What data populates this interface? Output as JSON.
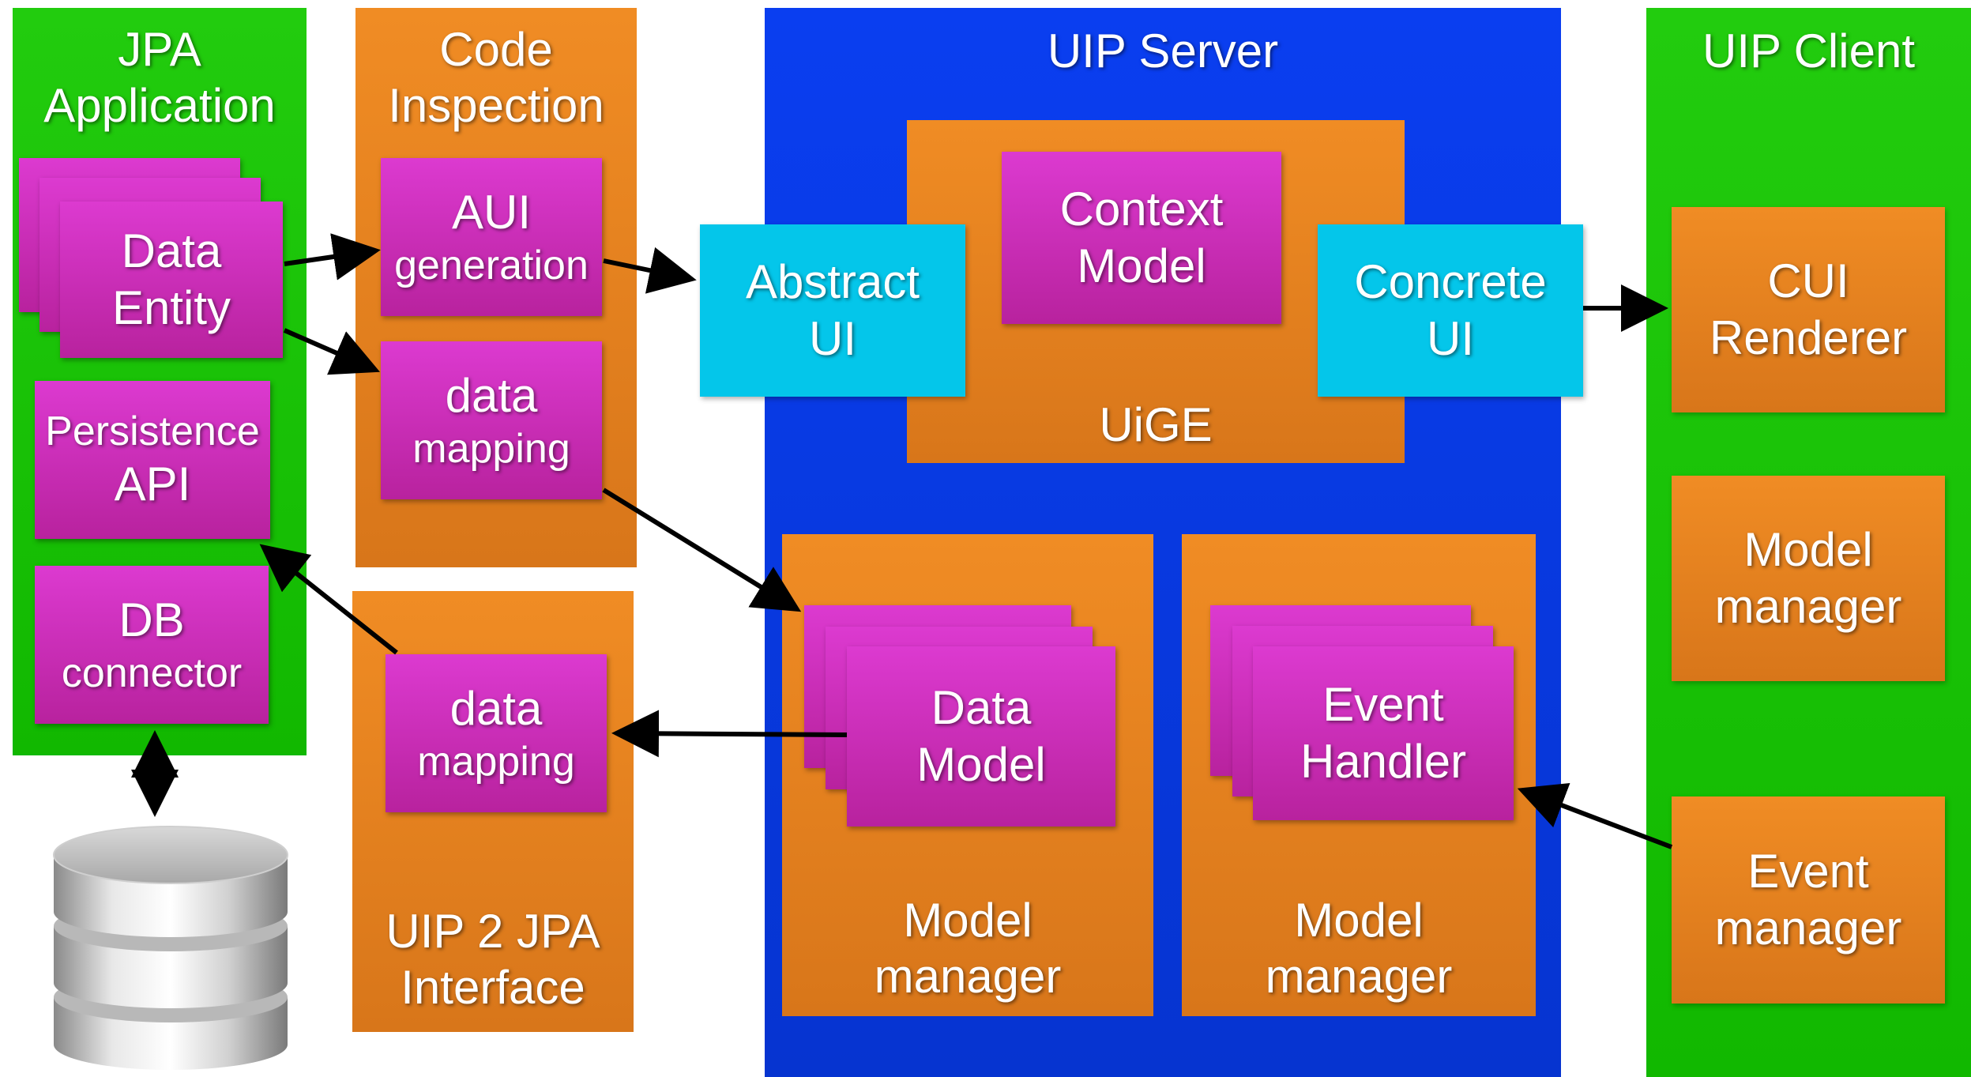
{
  "jpa_application": {
    "title_line1": "JPA",
    "title_line2": "Application",
    "data_entity": [
      "Data",
      "Entity"
    ],
    "persistence_api": [
      "Persistence",
      "API"
    ],
    "db_connector": [
      "DB",
      "connector"
    ]
  },
  "code_inspection": {
    "title_line1": "Code",
    "title_line2": "Inspection",
    "aui_generation": [
      "AUI",
      "generation"
    ],
    "data_mapping": [
      "data",
      "mapping"
    ]
  },
  "uip2jpa": {
    "data_mapping": [
      "data",
      "mapping"
    ],
    "title_line1": "UIP 2 JPA",
    "title_line2": "Interface"
  },
  "uip_server": {
    "title": "UIP Server",
    "abstract_ui": [
      "Abstract",
      "UI"
    ],
    "context_model": [
      "Context",
      "Model"
    ],
    "concrete_ui": [
      "Concrete",
      "UI"
    ],
    "uige": "UiGE",
    "data_model": [
      "Data",
      "Model"
    ],
    "model_manager_left": [
      "Model",
      "manager"
    ],
    "event_handler": [
      "Event",
      "Handler"
    ],
    "model_manager_right": [
      "Model",
      "manager"
    ]
  },
  "uip_client": {
    "title": "UIP Client",
    "cui_renderer": [
      "CUI",
      "Renderer"
    ],
    "model_manager": [
      "Model",
      "manager"
    ],
    "event_manager": [
      "Event",
      "manager"
    ]
  },
  "colors": {
    "green": "#1ec10a",
    "orange": "#e6821f",
    "blue": "#0a3ae6",
    "magenta": "#c92db8",
    "cyan": "#04c6ea",
    "arrow": "#000000"
  },
  "icons": {
    "database": "database-icon"
  }
}
